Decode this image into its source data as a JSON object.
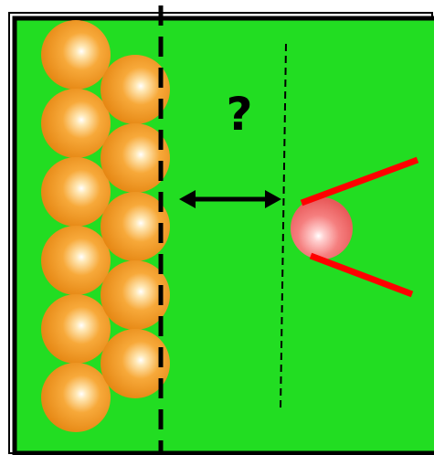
{
  "diagram": {
    "question_text": "?",
    "colors": {
      "field": "#22dd22",
      "border": "#000000",
      "ball_orange": "#f39a1a",
      "ball_pink": "#f06a6a",
      "cone_lines": "#ff0000",
      "arrow": "#000000"
    },
    "elements": {
      "orange_balls_left_column_count": 6,
      "orange_balls_right_column_count": 5,
      "pink_ball_count": 1
    }
  }
}
